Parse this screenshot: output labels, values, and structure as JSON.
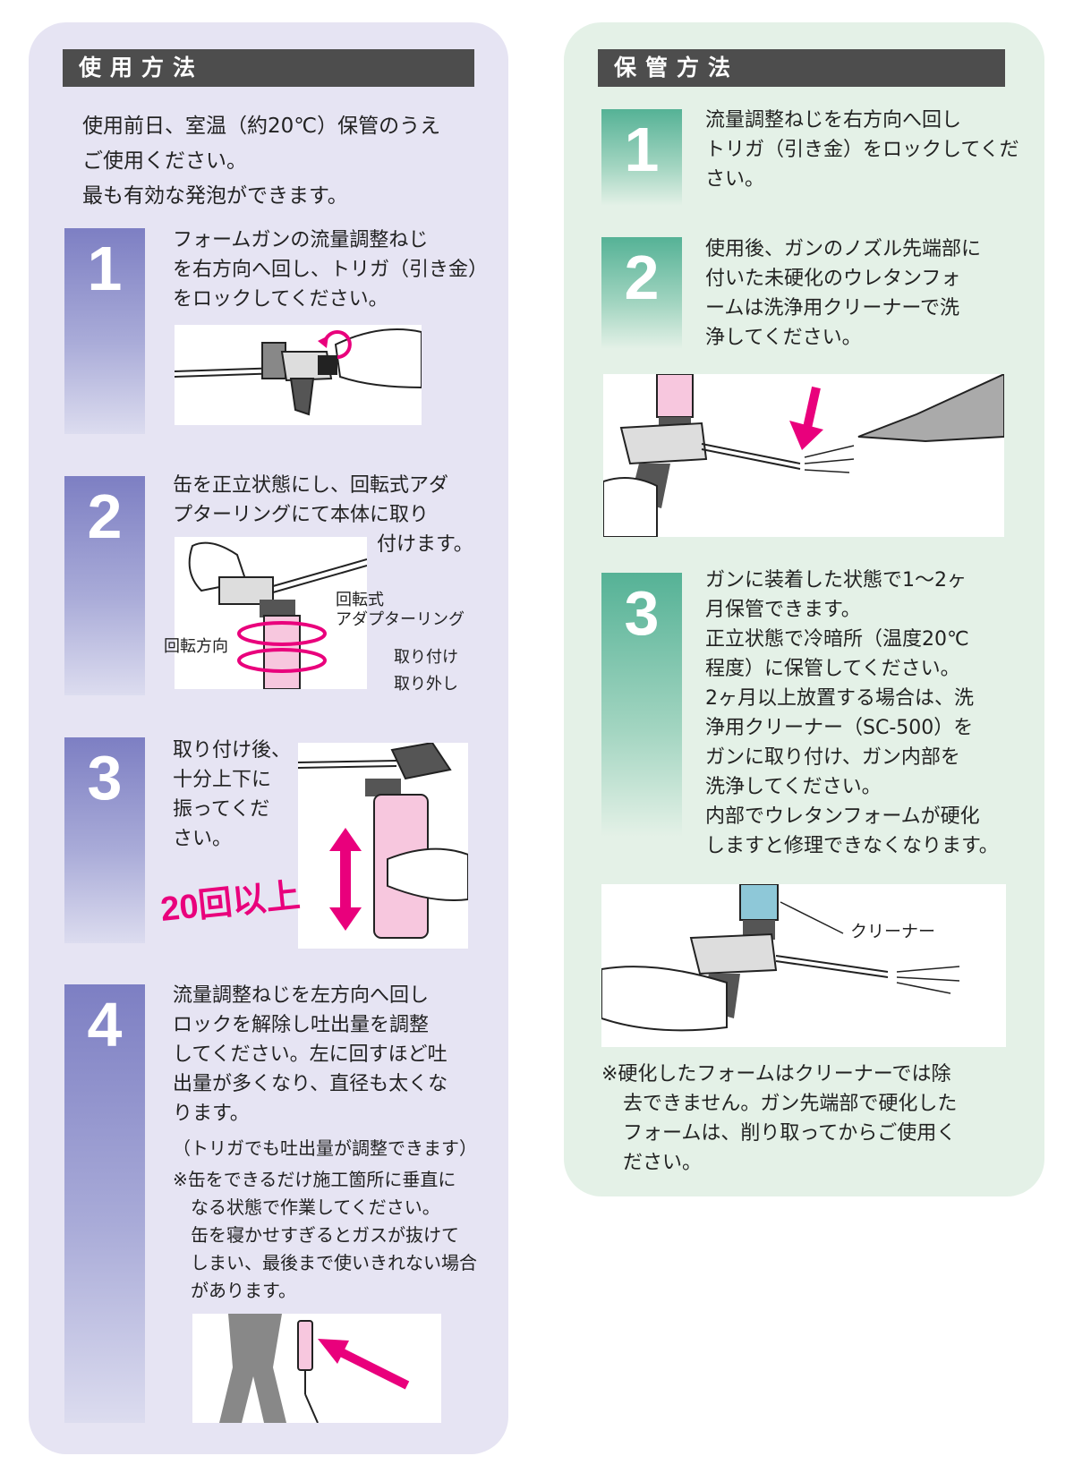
{
  "usage": {
    "title": "使用方法",
    "intro": [
      "使用前日、室温（約20℃）保管のうえ",
      "ご使用ください。",
      "最も有効な発泡ができます。"
    ],
    "steps": [
      {
        "num": "1",
        "lines": [
          "フォームガンの流量調整ねじ",
          "を右方向へ回し、トリガ（引き金）",
          "をロックしてください。"
        ]
      },
      {
        "num": "2",
        "lines": [
          "缶を正立状態にし、回転式アダ",
          "プターリングにて本体に取り",
          "付けます。"
        ],
        "labels": {
          "ring": [
            "回転式",
            "アダプターリング"
          ],
          "direction": "回転方向",
          "attach": "取り付け",
          "detach": "取り外し"
        }
      },
      {
        "num": "3",
        "lines": [
          "取り付け後、",
          "十分上下に",
          "振ってくだ",
          "さい。"
        ],
        "count_label": "20回以上"
      },
      {
        "num": "4",
        "lines": [
          "流量調整ねじを左方向へ回し",
          "ロックを解除し吐出量を調整",
          "してください。左に回すほど吐",
          "出量が多くなり、直径も太くな",
          "ります。"
        ],
        "sub": "（トリガでも吐出量が調整できます）",
        "note": [
          "※缶をできるだけ施工箇所に垂直に",
          "なる状態で作業してください。",
          "缶を寝かせすぎるとガスが抜けて",
          "しまい、最後まで使いきれない場合",
          "があります。"
        ]
      }
    ]
  },
  "storage": {
    "title": "保管方法",
    "steps": [
      {
        "num": "1",
        "lines": [
          "流量調整ねじを右方向へ回し",
          "トリガ（引き金）をロックしてくだ",
          "さい。"
        ]
      },
      {
        "num": "2",
        "lines": [
          "使用後、ガンのノズル先端部に",
          "付いた未硬化のウレタンフォ",
          "ームは洗浄用クリーナーで洗",
          "浄してください。"
        ]
      },
      {
        "num": "3",
        "lines": [
          "ガンに装着した状態で1～2ヶ",
          "月保管できます。",
          "正立状態で冷暗所（温度20℃",
          "程度）に保管してください。",
          "2ヶ月以上放置する場合は、洗",
          "浄用クリーナー（SC-500）を",
          "ガンに取り付け、ガン内部を",
          "洗浄してください。",
          "内部でウレタンフォームが硬化",
          "しますと修理できなくなります。"
        ],
        "cleaner_label": "クリーナー"
      }
    ],
    "note": [
      "※硬化したフォームはクリーナーでは除",
      "去できません。ガン先端部で硬化した",
      "フォームは、削り取ってからご使用く",
      "ださい。"
    ]
  },
  "colors": {
    "accent_pink": "#e9007c",
    "left_panel": "#e6e4f3",
    "right_panel": "#e4f1e7",
    "header": "#4d4d4d"
  }
}
